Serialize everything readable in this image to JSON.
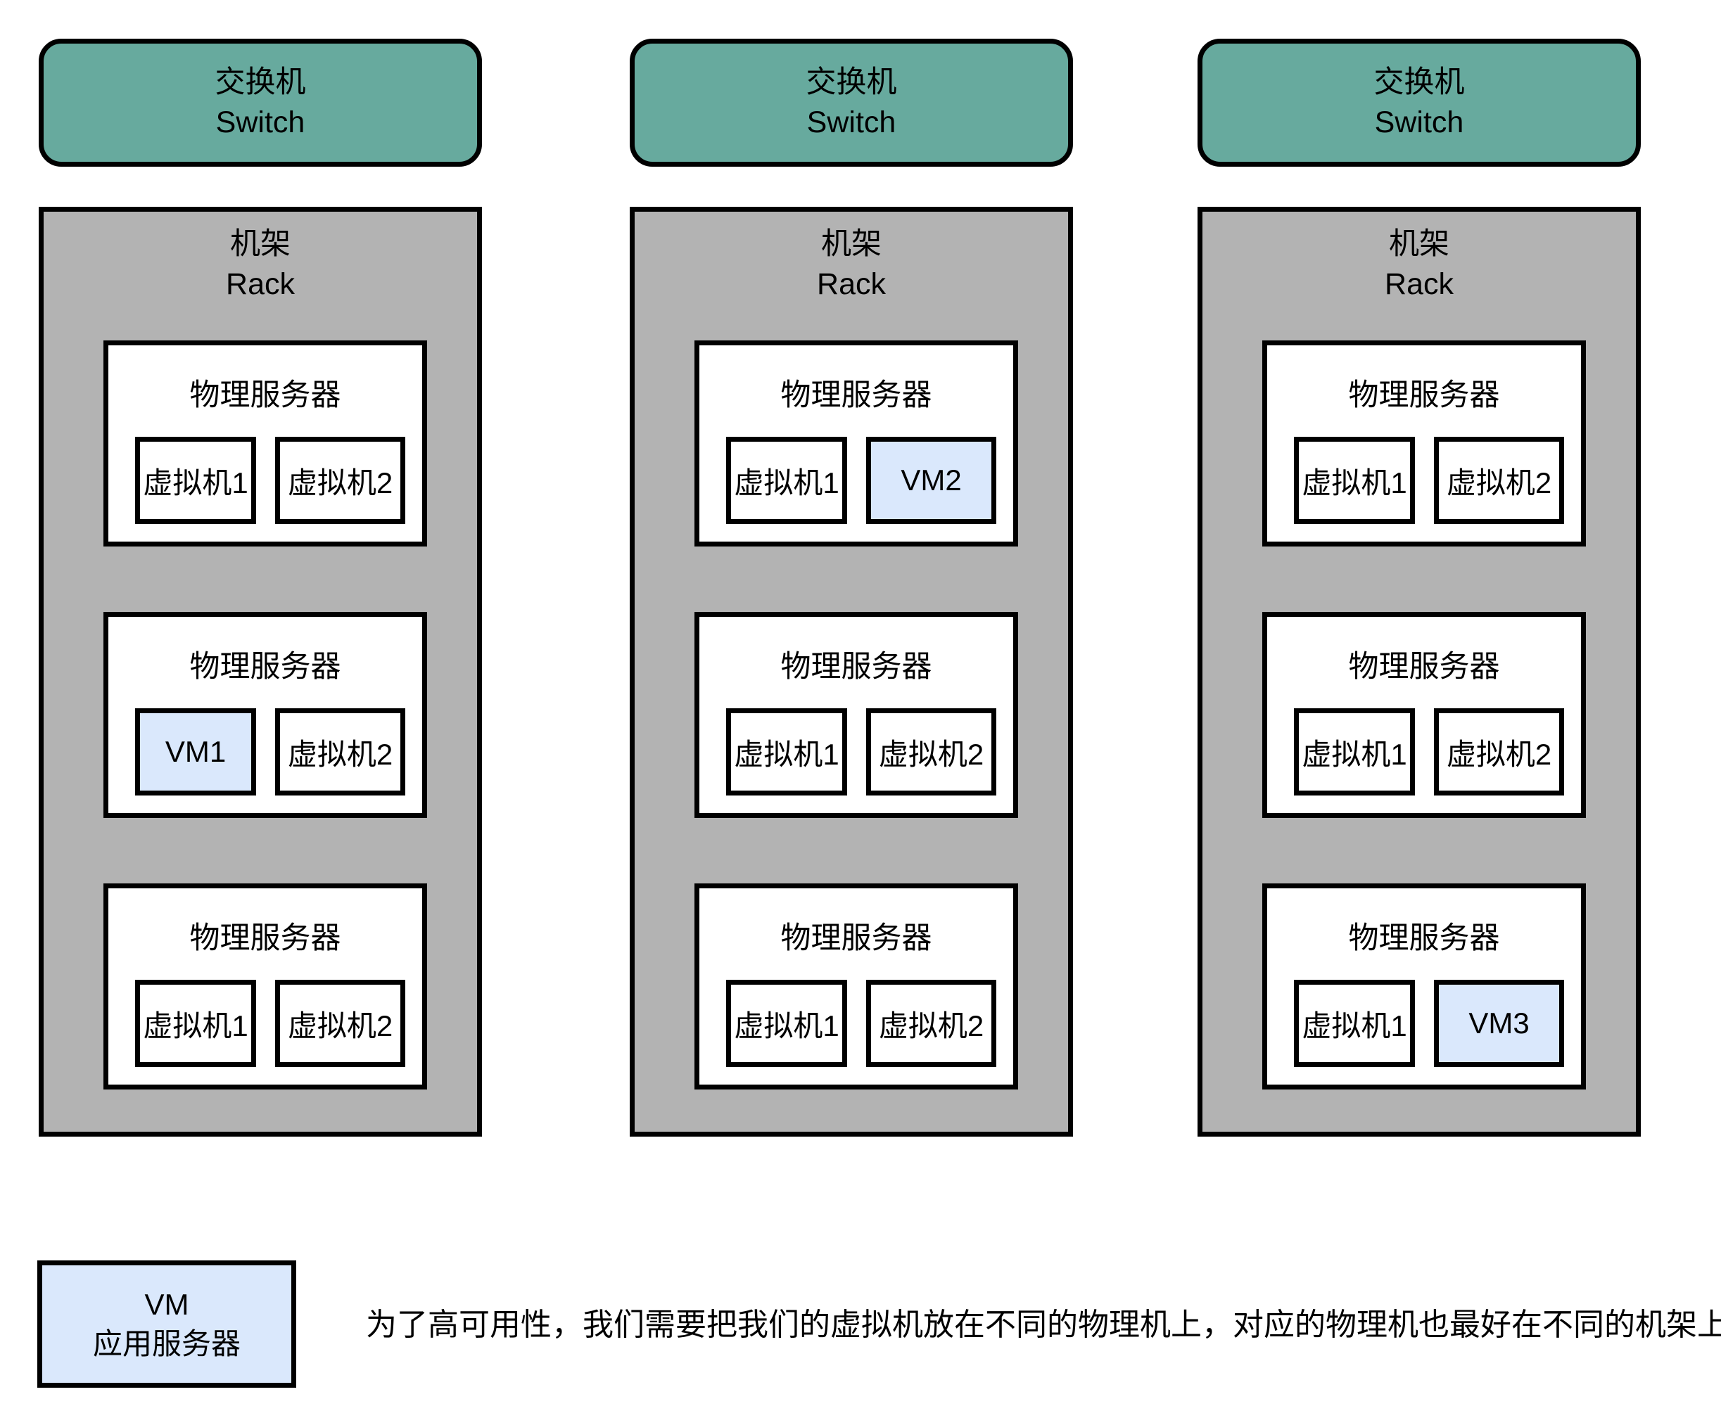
{
  "colors": {
    "switch_fill": "#67aa9e",
    "rack_fill": "#b3b3b3",
    "server_fill": "#ffffff",
    "vm_fill": "#ffffff",
    "vm_highlight_fill": "#dae8fc",
    "border": "#000000"
  },
  "columns": [
    {
      "switch": {
        "line1": "交换机",
        "line2": "Switch"
      },
      "rack": {
        "line1": "机架",
        "line2": "Rack"
      },
      "servers": [
        {
          "label": "物理服务器",
          "vms": [
            {
              "label": "虚拟机1",
              "highlight": false
            },
            {
              "label": "虚拟机2",
              "highlight": false
            }
          ]
        },
        {
          "label": "物理服务器",
          "vms": [
            {
              "label": "VM1",
              "highlight": true
            },
            {
              "label": "虚拟机2",
              "highlight": false
            }
          ]
        },
        {
          "label": "物理服务器",
          "vms": [
            {
              "label": "虚拟机1",
              "highlight": false
            },
            {
              "label": "虚拟机2",
              "highlight": false
            }
          ]
        }
      ]
    },
    {
      "switch": {
        "line1": "交换机",
        "line2": "Switch"
      },
      "rack": {
        "line1": "机架",
        "line2": "Rack"
      },
      "servers": [
        {
          "label": "物理服务器",
          "vms": [
            {
              "label": "虚拟机1",
              "highlight": false
            },
            {
              "label": "VM2",
              "highlight": true
            }
          ]
        },
        {
          "label": "物理服务器",
          "vms": [
            {
              "label": "虚拟机1",
              "highlight": false
            },
            {
              "label": "虚拟机2",
              "highlight": false
            }
          ]
        },
        {
          "label": "物理服务器",
          "vms": [
            {
              "label": "虚拟机1",
              "highlight": false
            },
            {
              "label": "虚拟机2",
              "highlight": false
            }
          ]
        }
      ]
    },
    {
      "switch": {
        "line1": "交换机",
        "line2": "Switch"
      },
      "rack": {
        "line1": "机架",
        "line2": "Rack"
      },
      "servers": [
        {
          "label": "物理服务器",
          "vms": [
            {
              "label": "虚拟机1",
              "highlight": false
            },
            {
              "label": "虚拟机2",
              "highlight": false
            }
          ]
        },
        {
          "label": "物理服务器",
          "vms": [
            {
              "label": "虚拟机1",
              "highlight": false
            },
            {
              "label": "虚拟机2",
              "highlight": false
            }
          ]
        },
        {
          "label": "物理服务器",
          "vms": [
            {
              "label": "虚拟机1",
              "highlight": false
            },
            {
              "label": "VM3",
              "highlight": true
            }
          ]
        }
      ]
    }
  ],
  "legend": {
    "line1": "VM",
    "line2": "应用服务器"
  },
  "caption": "为了高可用性，我们需要把我们的虚拟机放在不同的物理机上，对应的物理机也最好在不同的机架上"
}
